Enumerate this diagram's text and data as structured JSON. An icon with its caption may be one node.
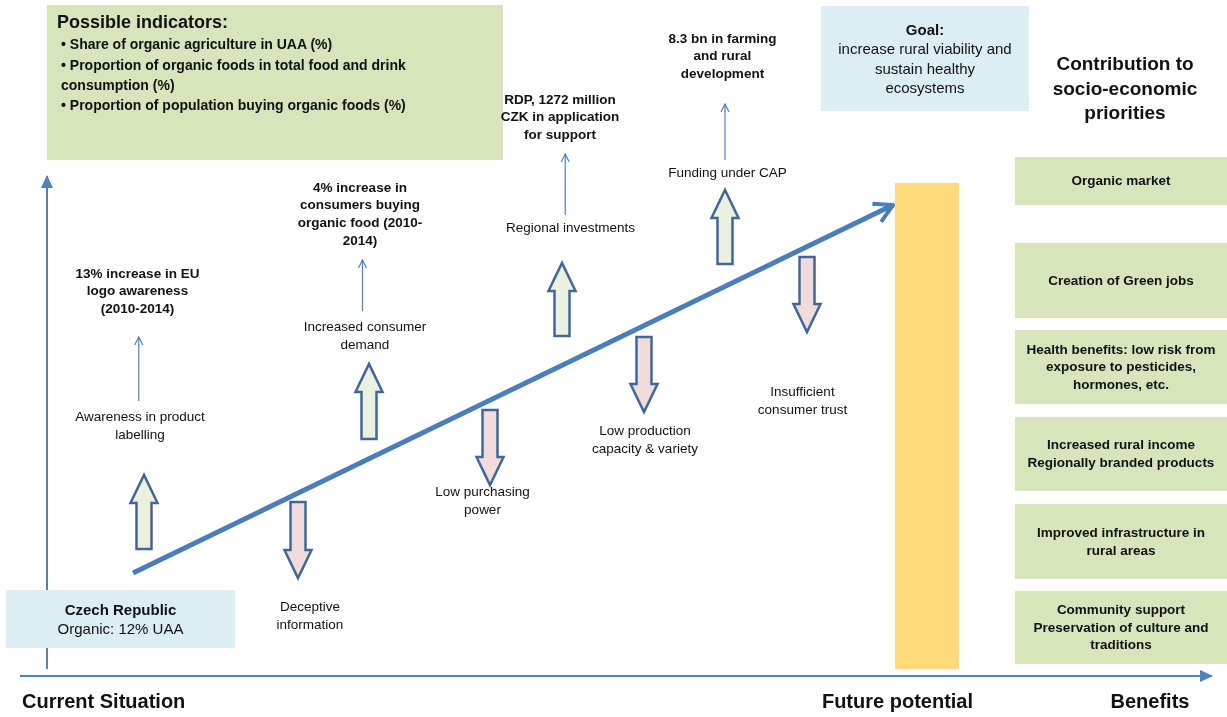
{
  "diagram": {
    "nodes": [
      {
        "text": [
          "Possible indicators:",
          "• Share of organic agriculture in UAA (%)",
          "• Proportion of organic foods in total food and drink consumption (%)",
          "• Proportion of population buying organic foods (%)"
        ]
      },
      {
        "text": [
          "**Goal:** increase rural viability and sustain healthy ecosystems"
        ]
      },
      {
        "text": [
          "Czech Republic",
          "Organic: 12% UAA"
        ]
      },
      {
        "text": [
          "13% increase in EU logo awareness (2010-2014)"
        ]
      },
      {
        "text": [
          "Awareness in product labelling"
        ]
      },
      {
        "text": [
          "4% increase in consumers buying organic food (2010-2014)"
        ]
      },
      {
        "text": [
          "Increased consumer demand"
        ]
      },
      {
        "text": [
          "RDP, 1272 million CZK in application for support"
        ]
      },
      {
        "text": [
          "Regional investments"
        ]
      },
      {
        "text": [
          "8.3 bn in farming and rural development"
        ]
      },
      {
        "text": [
          "Funding under CAP"
        ]
      },
      {
        "text": [],
        "shape": "bar"
      },
      {
        "text": [
          "Organic market"
        ]
      },
      {
        "text": [
          "Creation of Green jobs"
        ]
      },
      {
        "text": [
          "Health benefits: low risk from exposure to pesticides, hormones, etc."
        ]
      },
      {
        "text": [
          "Increased rural income Regionally branded products"
        ]
      },
      {
        "text": [
          "Improved infrastructure in rural areas"
        ]
      },
      {
        "text": [
          "Community support Preservation of culture and traditions"
        ]
      }
    ],
    "edges": [
      {
        "from": 4,
        "to": 3,
        "arrow": "to"
      },
      {
        "from": 6,
        "to": 5,
        "arrow": "to"
      },
      {
        "from": 8,
        "to": 7,
        "arrow": "to"
      },
      {
        "from": 10,
        "to": 9,
        "arrow": "to"
      },
      {
        "from": null,
        "to": 11,
        "arrow": "to",
        "style": "thick"
      }
    ],
    "labels": [
      "Contribution to socio-economic priorities",
      "Insufficient consumer trust",
      "Low production capacity & variety",
      "Low purchasing power",
      "Deceptive information",
      "Current Situation",
      "Future potential",
      "Benefits"
    ]
  }
}
